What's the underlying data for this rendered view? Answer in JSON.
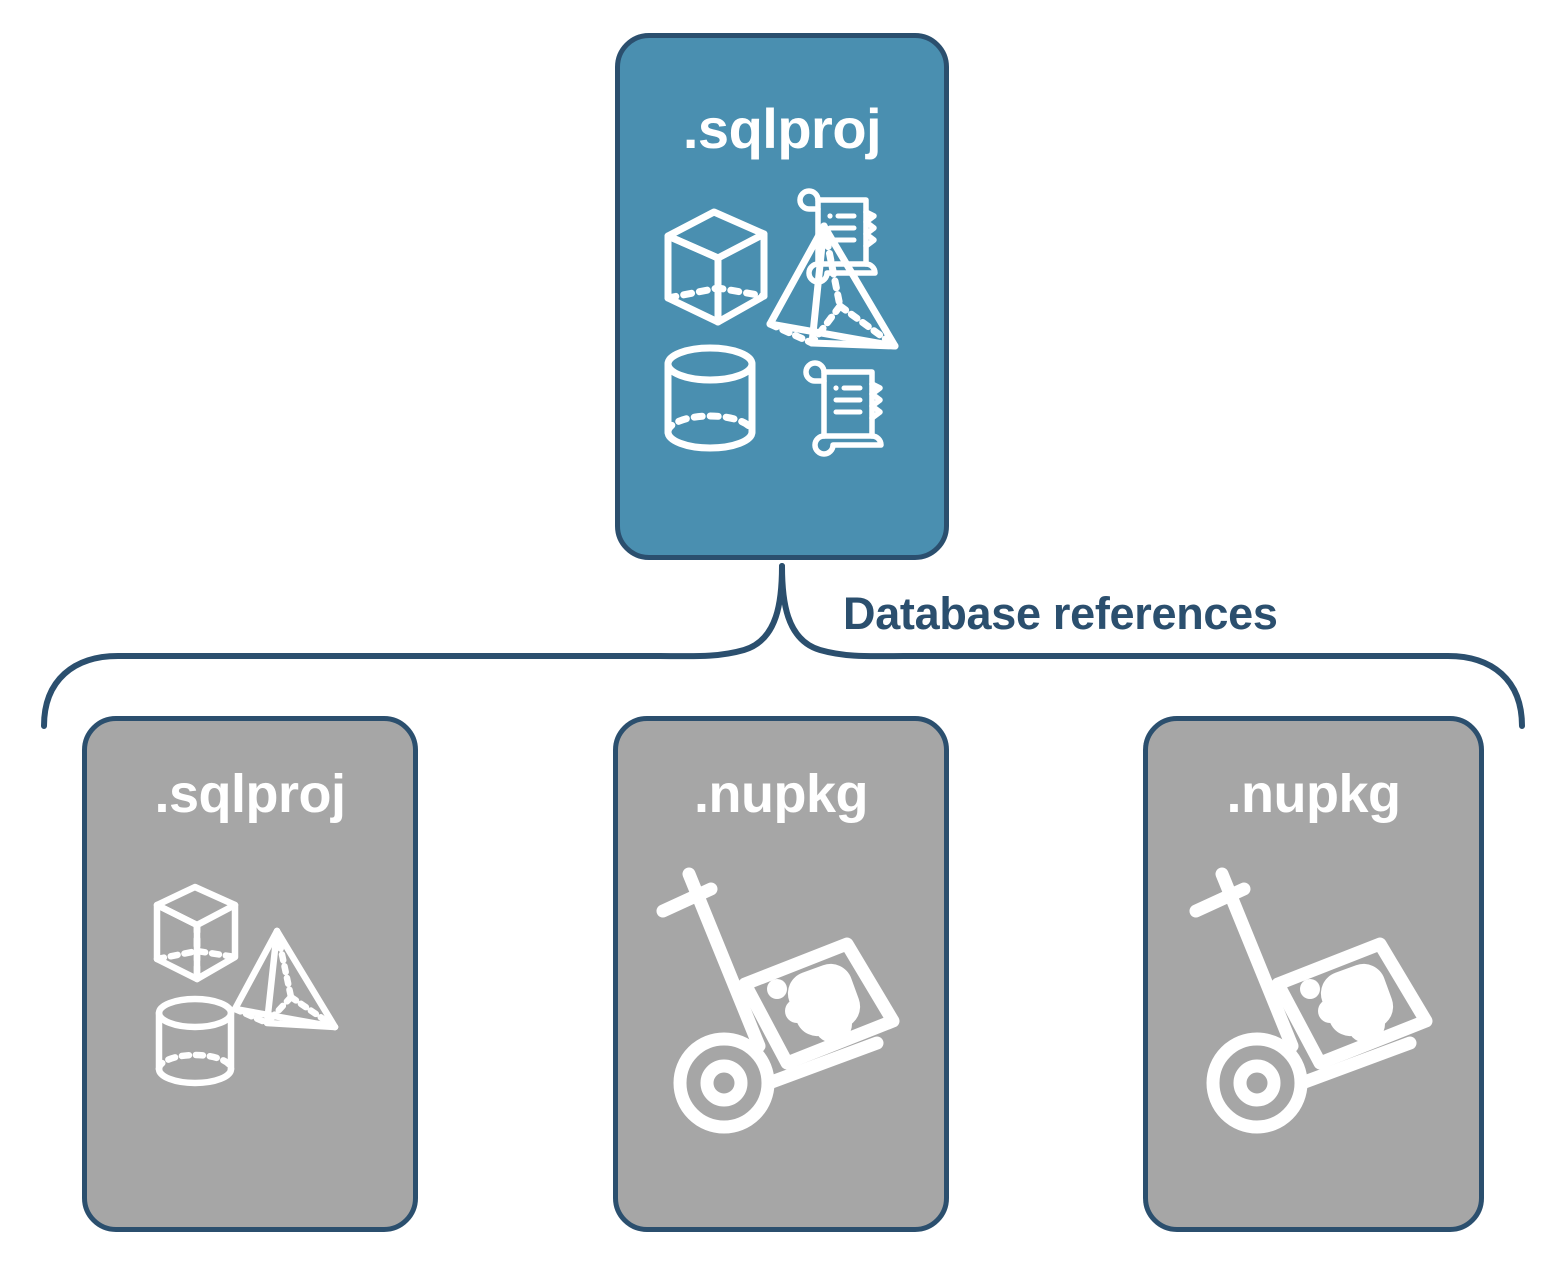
{
  "diagram": {
    "title_text": "Database references",
    "colors": {
      "primary_card": "#4a8fb0",
      "secondary_card": "#a6a6a6",
      "outline": "#2b4f6e",
      "icon": "#ffffff",
      "background": "#ffffff"
    },
    "top_node": {
      "label": ".sqlproj",
      "style": "primary",
      "icons": [
        "cube-icon",
        "pyramid-icon",
        "cylinder-icon",
        "scroll-icon",
        "scroll-icon"
      ]
    },
    "connector": {
      "label": "Database references",
      "style": "curly-brace",
      "child_count": 3
    },
    "children": [
      {
        "label": ".sqlproj",
        "style": "secondary",
        "icons": [
          "cube-icon",
          "pyramid-icon",
          "cylinder-icon"
        ]
      },
      {
        "label": ".nupkg",
        "style": "secondary",
        "icons": [
          "hand-truck-package-icon"
        ]
      },
      {
        "label": ".nupkg",
        "style": "secondary",
        "icons": [
          "hand-truck-package-icon"
        ]
      }
    ]
  }
}
